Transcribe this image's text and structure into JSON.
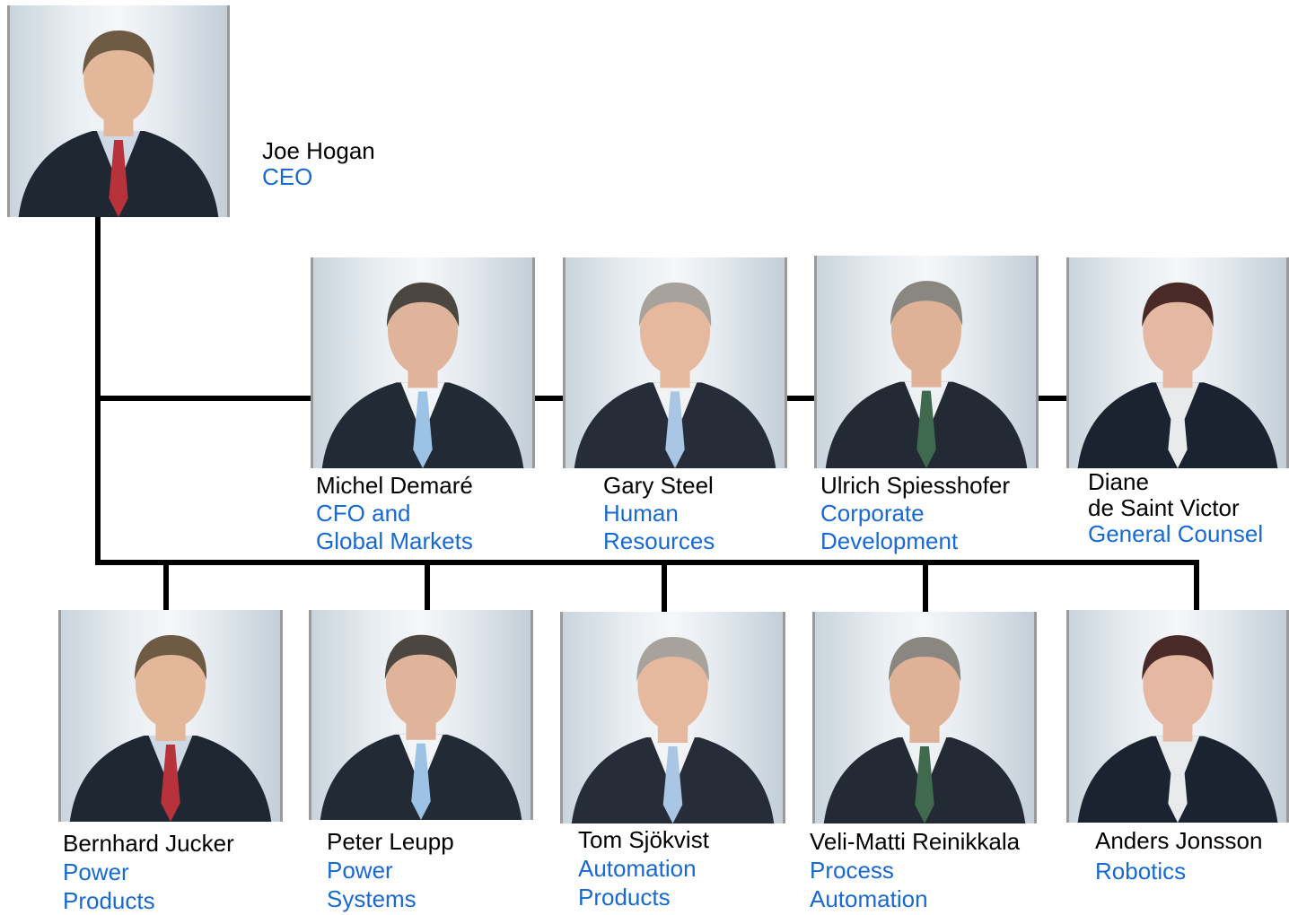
{
  "ceo": {
    "name": "Joe Hogan",
    "role": "CEO",
    "photo": "portrait-photo"
  },
  "staff": [
    {
      "name_lines": [
        "Michel Demaré"
      ],
      "role_lines": [
        "CFO and",
        "Global Markets"
      ],
      "photo": "portrait-photo"
    },
    {
      "name_lines": [
        "Gary Steel"
      ],
      "role_lines": [
        "Human",
        "Resources"
      ],
      "photo": "portrait-photo"
    },
    {
      "name_lines": [
        "Ulrich Spiesshofer"
      ],
      "role_lines": [
        "Corporate",
        "Development"
      ],
      "photo": "portrait-photo"
    },
    {
      "name_lines": [
        "Diane",
        "de Saint Victor"
      ],
      "role_lines": [
        "General Counsel"
      ],
      "photo": "portrait-photo"
    }
  ],
  "divisions": [
    {
      "name_lines": [
        "Bernhard Jucker"
      ],
      "role_lines": [
        "Power",
        "Products"
      ],
      "photo": "portrait-photo"
    },
    {
      "name_lines": [
        "Peter Leupp"
      ],
      "role_lines": [
        "Power",
        "Systems"
      ],
      "photo": "portrait-photo"
    },
    {
      "name_lines": [
        "Tom Sjökvist"
      ],
      "role_lines": [
        "Automation",
        "Products"
      ],
      "photo": "portrait-photo"
    },
    {
      "name_lines": [
        "Veli-Matti Reinikkala"
      ],
      "role_lines": [
        "Process",
        "Automation"
      ],
      "photo": "portrait-photo"
    },
    {
      "name_lines": [
        "Anders Jonsson"
      ],
      "role_lines": [
        "Robotics"
      ],
      "photo": "portrait-photo"
    }
  ],
  "colors": {
    "name": "#000000",
    "role": "#1769d3",
    "connector": "#000000"
  }
}
